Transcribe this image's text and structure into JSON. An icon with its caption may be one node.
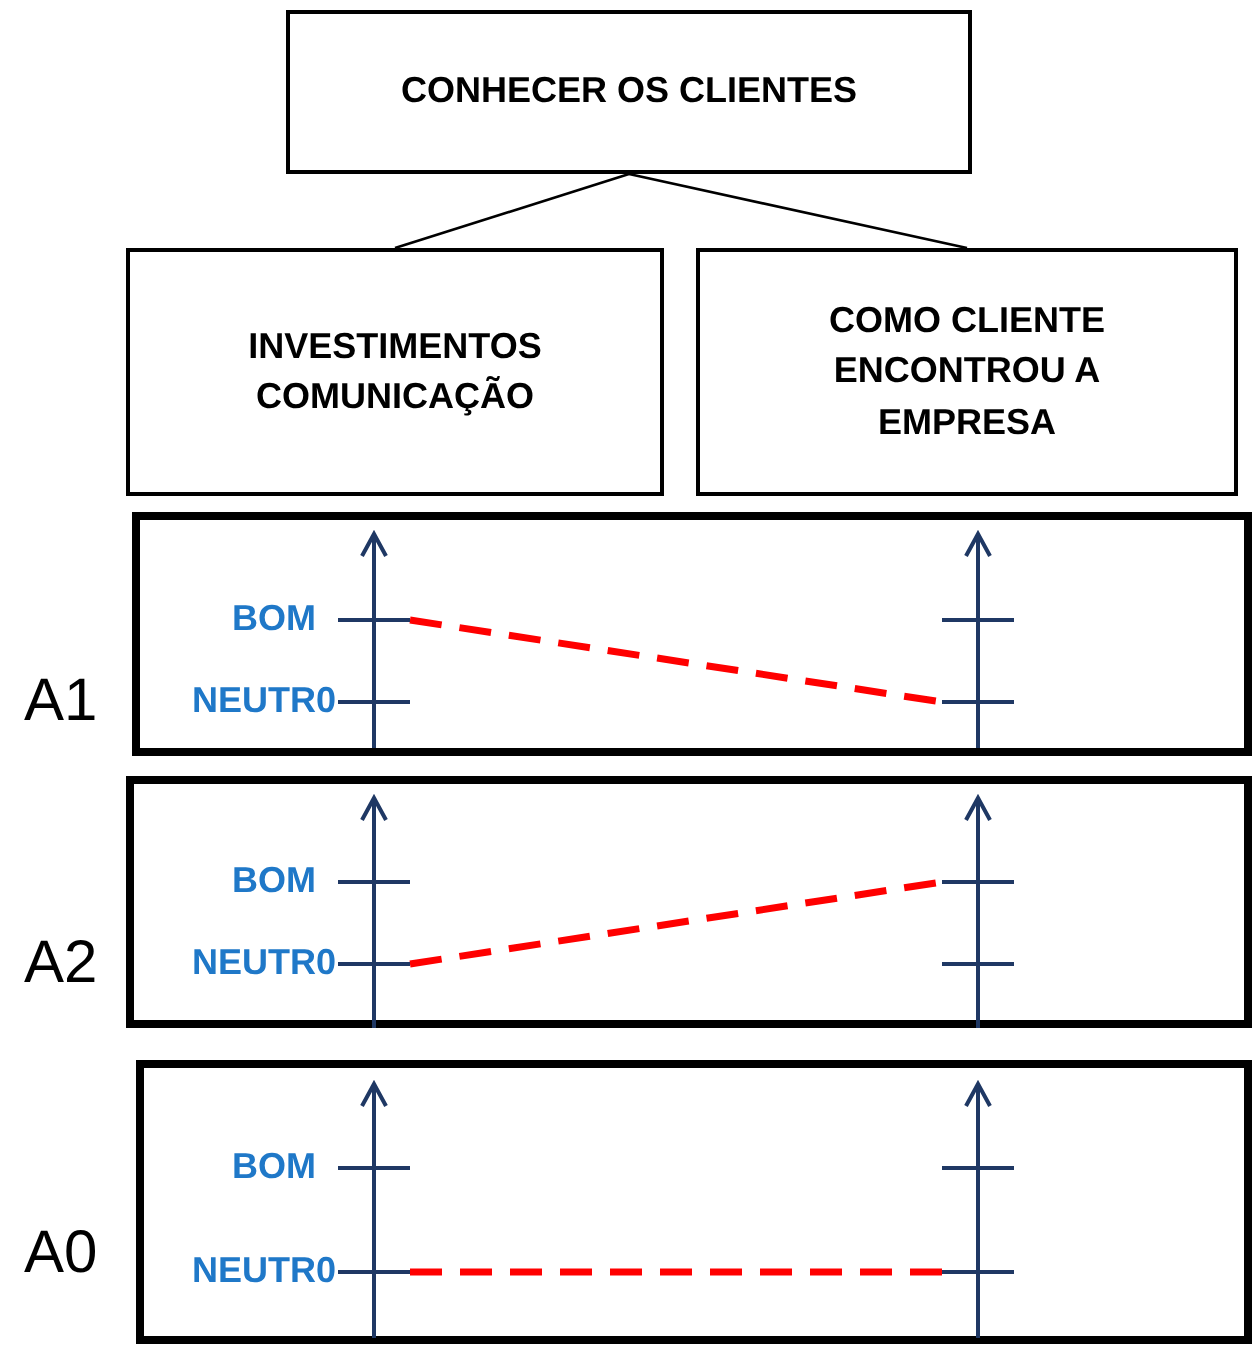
{
  "diagram": {
    "nodes": [
      {
        "text": [
          "CONHECER OS CLIENTES"
        ]
      },
      {
        "text": [
          "INVESTIMENTOS COMUNICAÇÃO"
        ]
      },
      {
        "text": [
          "COMO CLIENTE ENCONTROU A EMPRESA"
        ]
      },
      {
        "text": [
          "BOM",
          "NEUTR0"
        ],
        "beside": [
          "A1"
        ]
      },
      {
        "text": [],
        "shape": "arrow",
        "in": 3
      },
      {
        "text": [],
        "shape": "arrow",
        "in": 3
      },
      {
        "text": [
          "BOM",
          "NEUTR0"
        ],
        "beside": [
          "A2"
        ]
      },
      {
        "text": [],
        "shape": "arrow",
        "in": 6
      },
      {
        "text": [],
        "shape": "arrow",
        "in": 6
      },
      {
        "text": [
          "BOM",
          "NEUTR0"
        ],
        "beside": [
          "A0"
        ]
      },
      {
        "text": [],
        "shape": "arrow",
        "in": 9
      },
      {
        "text": [],
        "shape": "arrow",
        "in": 9
      }
    ],
    "edges": [
      {
        "from": 0,
        "to": 1,
        "arrow": "none",
        "color": "#000000"
      },
      {
        "from": 0,
        "to": 2,
        "arrow": "none",
        "color": "#000000"
      },
      {
        "from": 4,
        "to": 5,
        "arrow": "none",
        "style": "dashed",
        "color": "#ff0000"
      },
      {
        "from": 7,
        "to": 8,
        "arrow": "none",
        "style": "dashed",
        "color": "#ff0000"
      },
      {
        "from": 10,
        "to": 11,
        "arrow": "none",
        "style": "dashed",
        "color": "#ff0000"
      }
    ]
  }
}
